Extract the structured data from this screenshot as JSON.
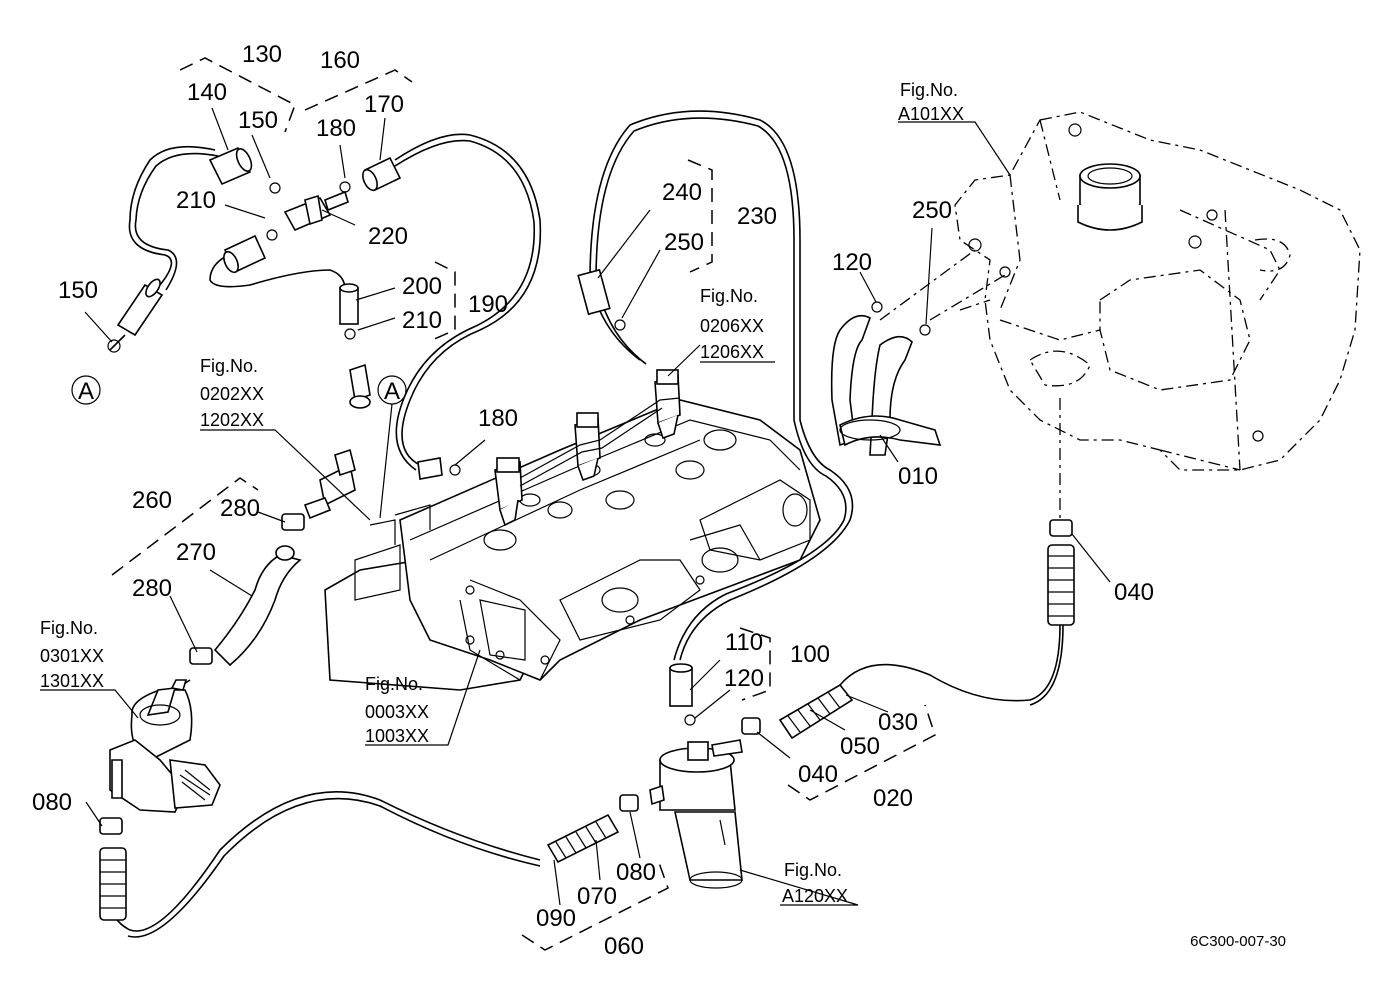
{
  "callouts": {
    "c010": "010",
    "c020": "020",
    "c030": "030",
    "c040a": "040",
    "c040b": "040",
    "c050": "050",
    "c060": "060",
    "c070": "070",
    "c080a": "080",
    "c080b": "080",
    "c090": "090",
    "c100": "100",
    "c110": "110",
    "c120a": "120",
    "c120b": "120",
    "c130": "130",
    "c140": "140",
    "c150a": "150",
    "c150b": "150",
    "c160": "160",
    "c170": "170",
    "c180a": "180",
    "c180b": "180",
    "c190": "190",
    "c200": "200",
    "c210a": "210",
    "c210b": "210",
    "c220": "220",
    "c230": "230",
    "c240": "240",
    "c250a": "250",
    "c250b": "250",
    "c260": "260",
    "c270": "270",
    "c280a": "280",
    "c280b": "280"
  },
  "figrefs": {
    "fig_label": "Fig.No.",
    "a101": "A101XX",
    "r0206": "0206XX",
    "r1206": "1206XX",
    "r0202": "0202XX",
    "r1202": "1202XX",
    "r0301": "0301XX",
    "r1301": "1301XX",
    "r0003": "0003XX",
    "r1003": "1003XX",
    "a120": "A120XX"
  },
  "markers": {
    "connector": "A"
  },
  "drawing_code": "6C300-007-30"
}
